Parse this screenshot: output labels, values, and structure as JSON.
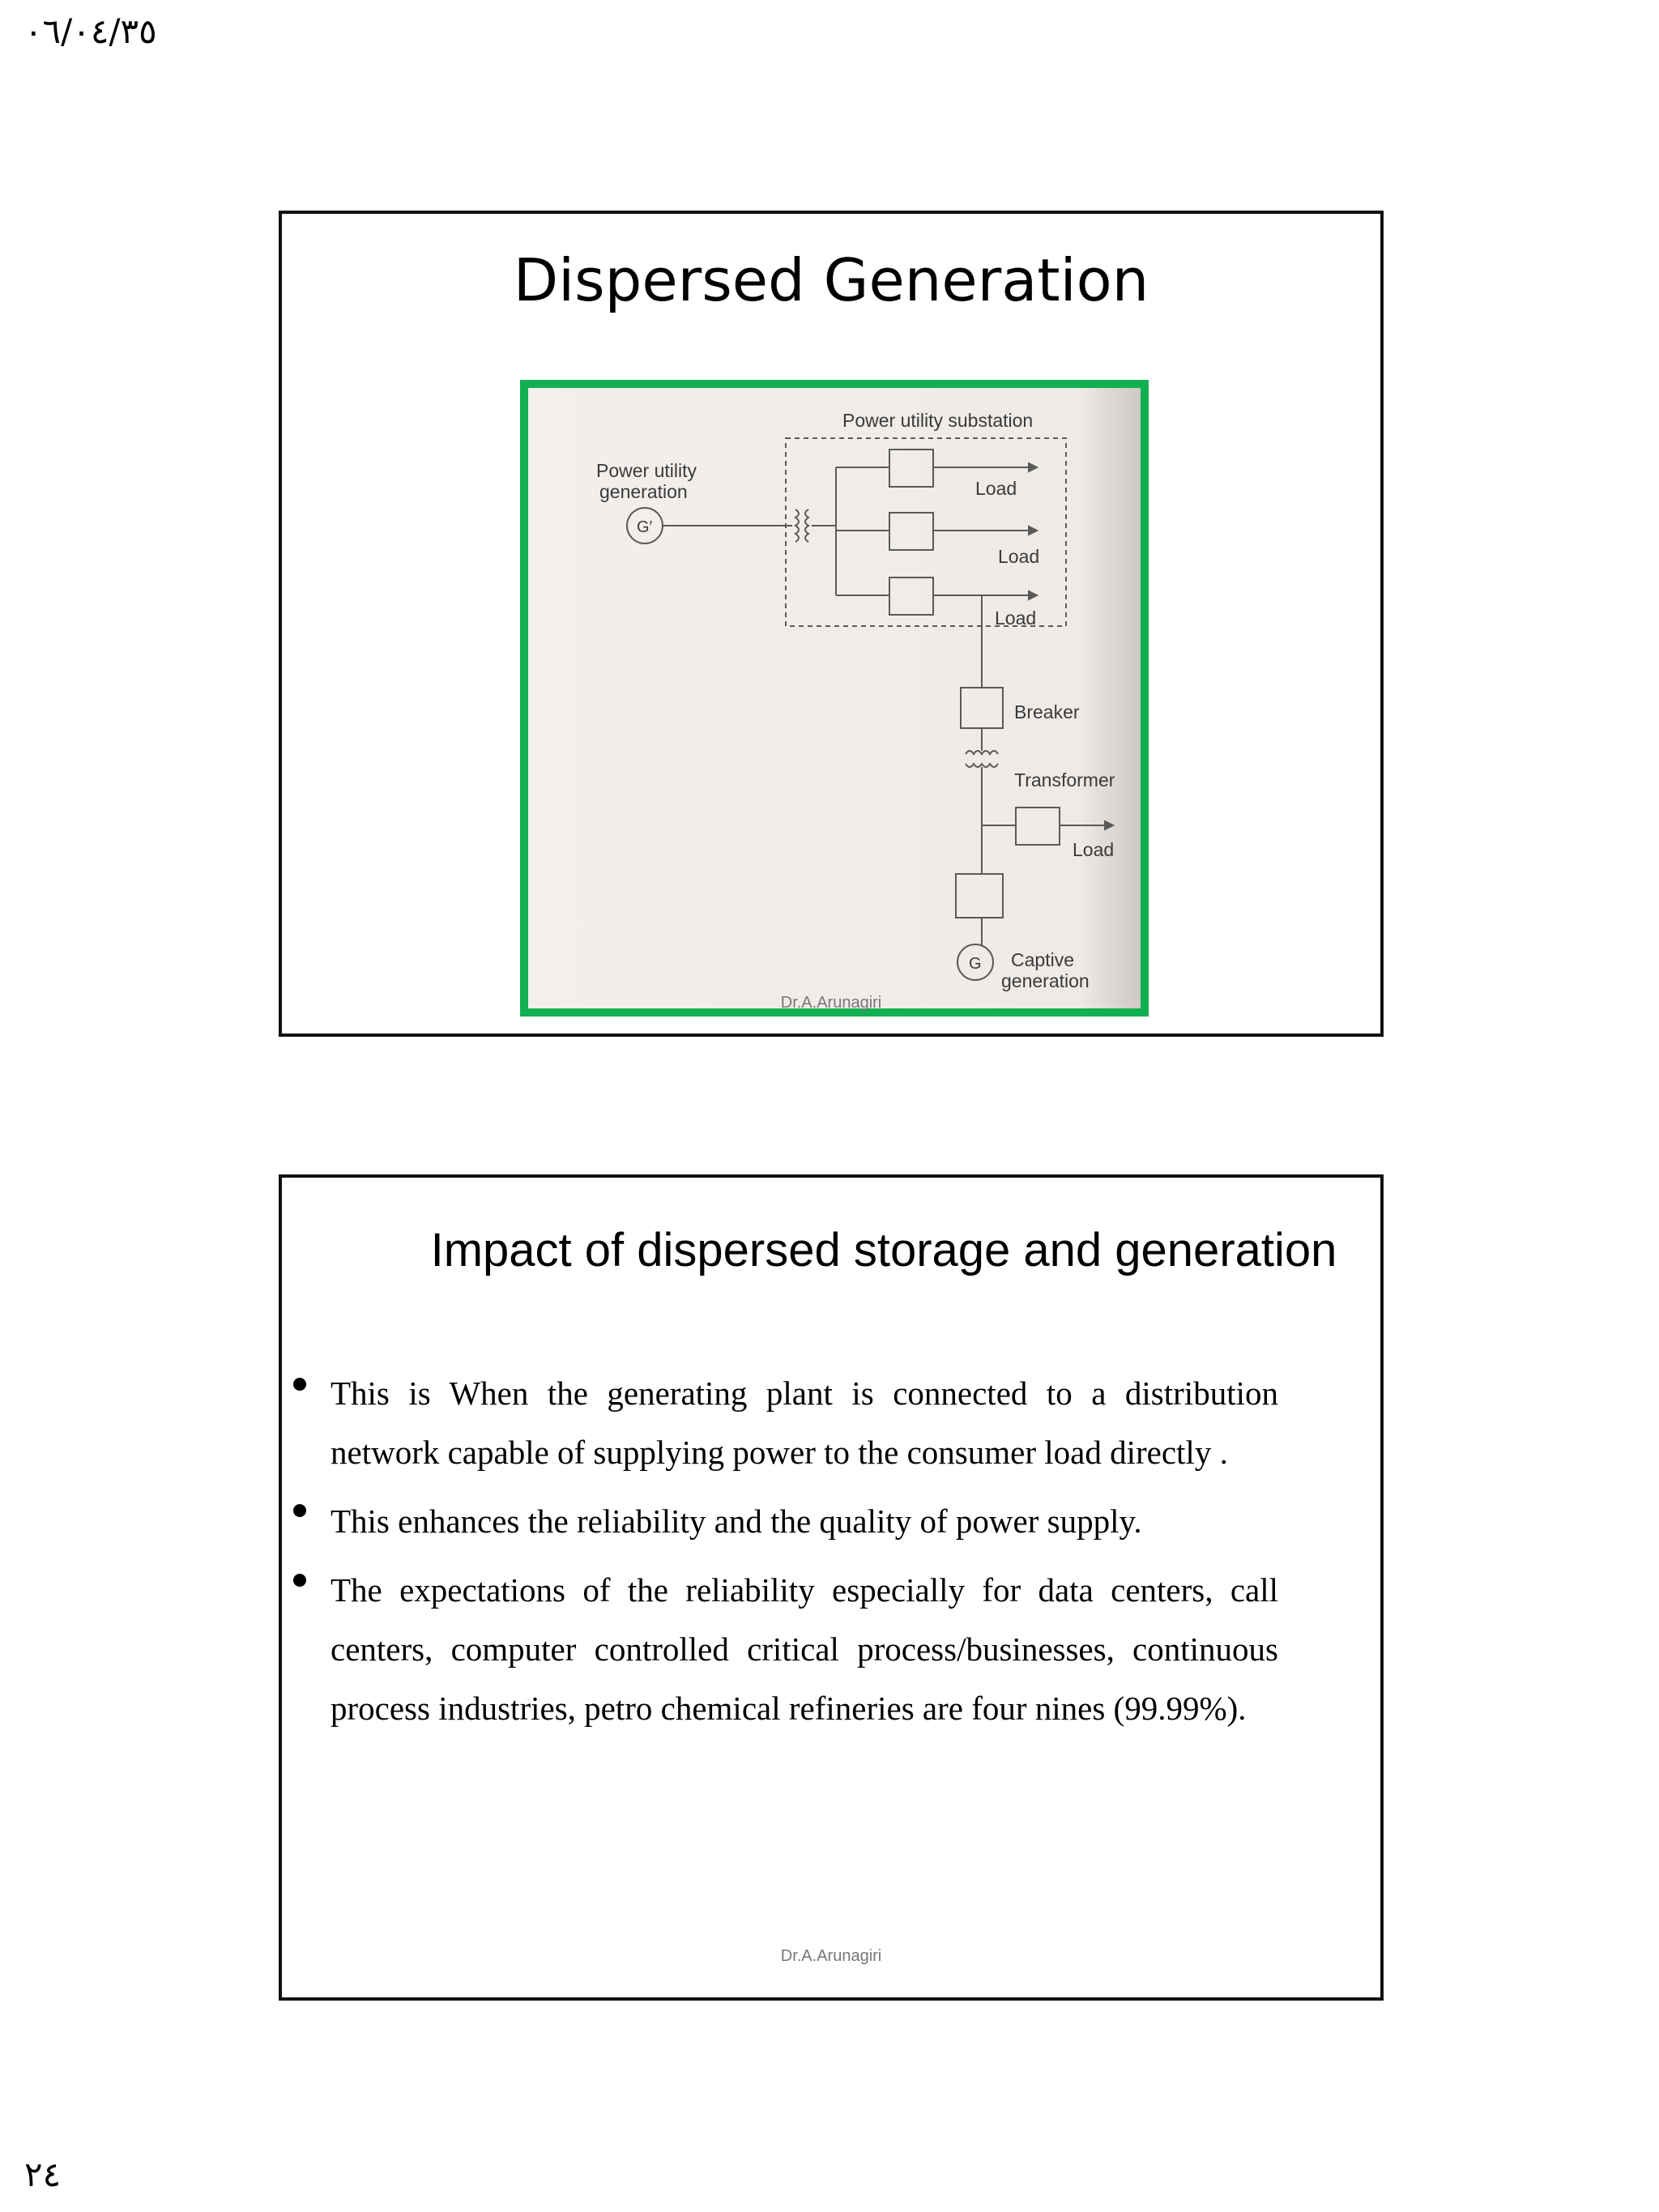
{
  "header": {
    "date": "٠٦/٠٤/٣٥"
  },
  "footer": {
    "page_number": "٢٤"
  },
  "slide1": {
    "title": "Dispersed Generation",
    "footer": "Dr.A.Arunagiri",
    "diagram": {
      "substation_label": "Power utility substation",
      "utility_gen_label_line1": "Power utility",
      "utility_gen_label_line2": "generation",
      "utility_gen_symbol": "G′",
      "load_1": "Load",
      "load_2": "Load",
      "load_3": "Load",
      "breaker": "Breaker",
      "transformer": "Transformer",
      "load_4": "Load",
      "captive_symbol": "G",
      "captive_label_line1": "Captive",
      "captive_label_line2": "generation"
    }
  },
  "slide2": {
    "title": "Impact of dispersed storage and generation",
    "footer": "Dr.A.Arunagiri",
    "bullets": [
      "This is When the generating plant is connected to a distribution network capable of supplying power to the consumer load directly .",
      "This enhances the reliability and the quality of power supply.",
      "The expectations of the reliability especially for data centers, call centers, computer controlled critical process/businesses, continuous process industries, petro chemical refineries are four nines (99.99%)."
    ]
  }
}
